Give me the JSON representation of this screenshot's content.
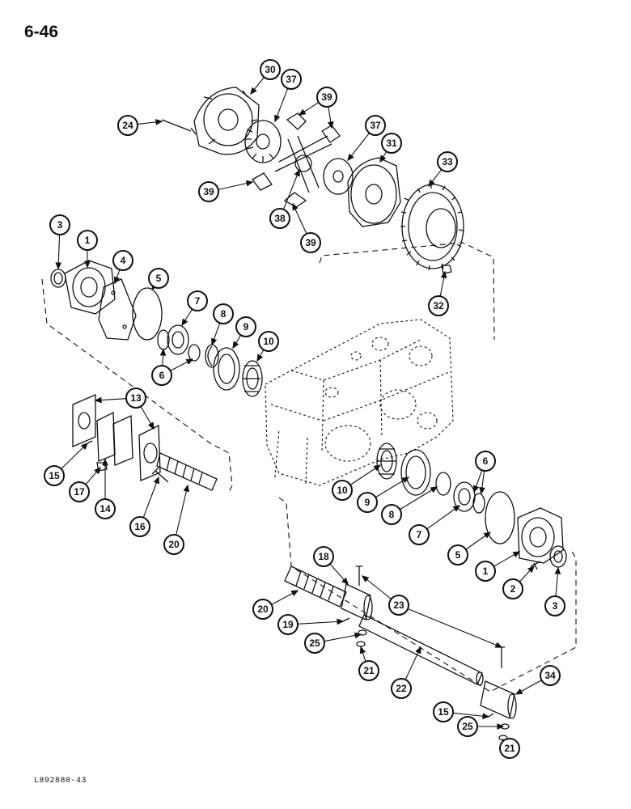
{
  "page": {
    "number": "6-46",
    "figure_code": "L892880-43"
  },
  "callouts": [
    "1",
    "2",
    "3",
    "4",
    "5",
    "6",
    "7",
    "8",
    "9",
    "10",
    "13",
    "14",
    "15",
    "16",
    "17",
    "18",
    "19",
    "20",
    "21",
    "22",
    "23",
    "24",
    "25",
    "30",
    "31",
    "32",
    "33",
    "34",
    "37",
    "38",
    "39"
  ],
  "colors": {
    "ink": "#111111",
    "paper": "#ffffff"
  }
}
